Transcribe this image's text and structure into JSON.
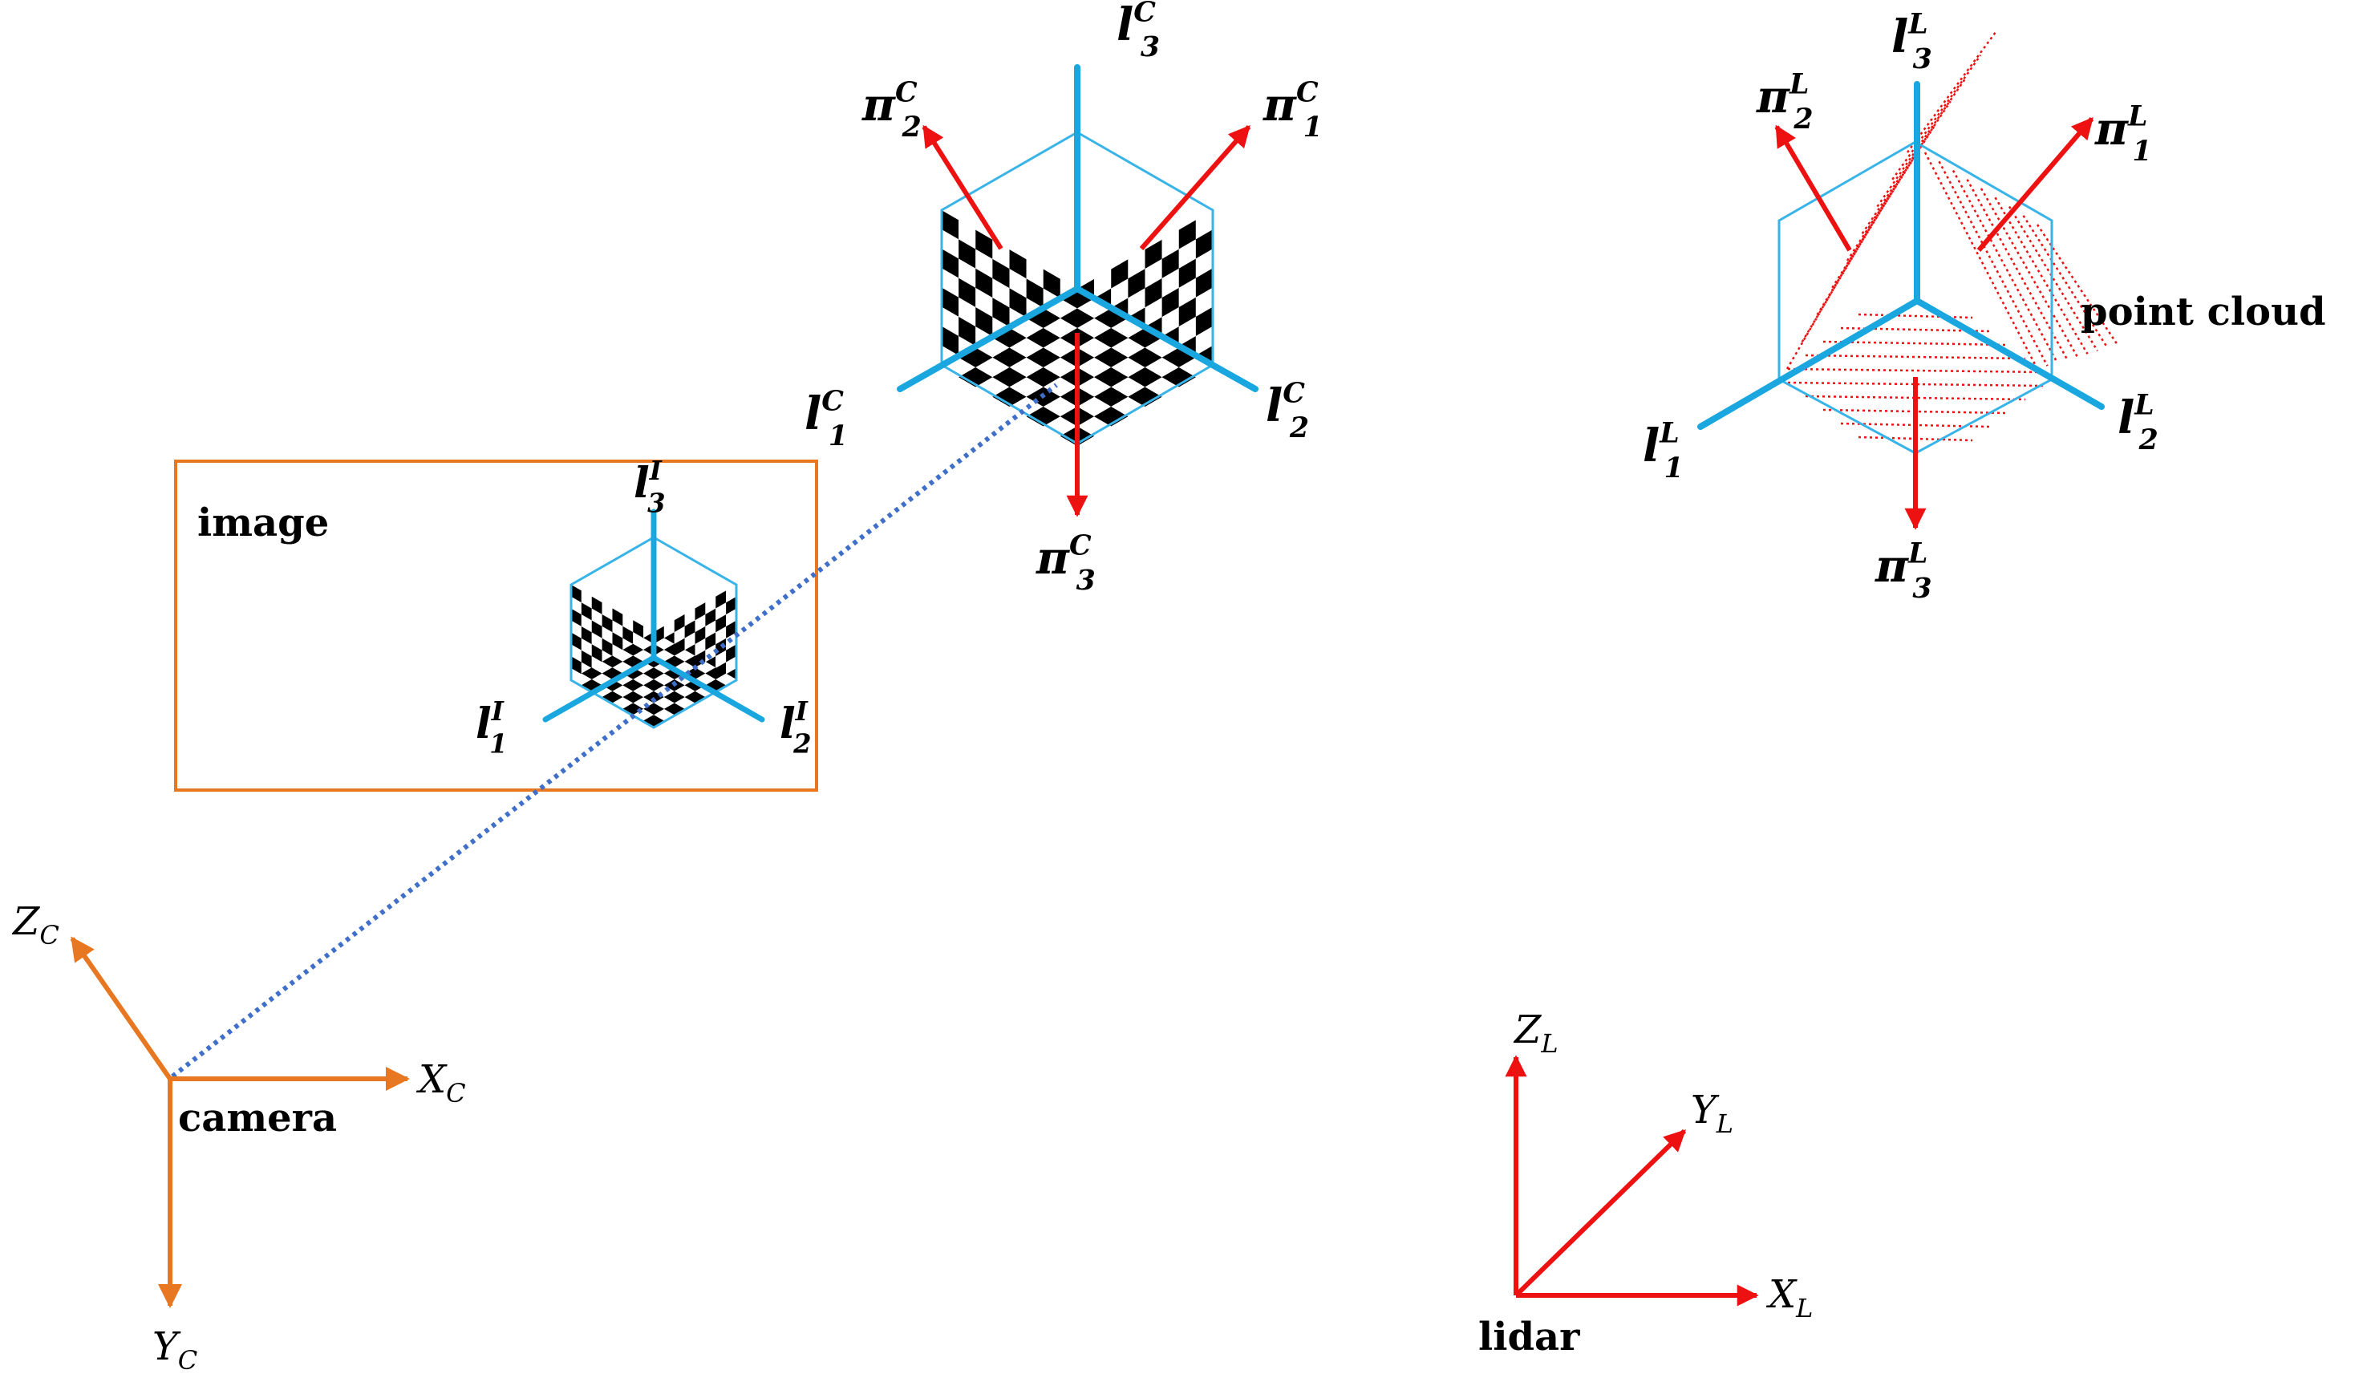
{
  "labels": {
    "image": "image",
    "camera": "camera",
    "lidar": "lidar",
    "point_cloud": "point cloud"
  },
  "camera_axes": {
    "x": {
      "base": "X",
      "sub": "C"
    },
    "y": {
      "base": "Y",
      "sub": "C"
    },
    "z": {
      "base": "Z",
      "sub": "C"
    }
  },
  "lidar_axes": {
    "x": {
      "base": "X",
      "sub": "L"
    },
    "y": {
      "base": "Y",
      "sub": "L"
    },
    "z": {
      "base": "Z",
      "sub": "L"
    }
  },
  "camera_cube": {
    "lines": [
      {
        "base": "l",
        "sub": "1",
        "sup": "C"
      },
      {
        "base": "l",
        "sub": "2",
        "sup": "C"
      },
      {
        "base": "l",
        "sub": "3",
        "sup": "C"
      }
    ],
    "planes": [
      {
        "base": "π",
        "sub": "1",
        "sup": "C"
      },
      {
        "base": "π",
        "sub": "2",
        "sup": "C"
      },
      {
        "base": "π",
        "sub": "3",
        "sup": "C"
      }
    ]
  },
  "image_cube": {
    "lines": [
      {
        "base": "l",
        "sub": "1",
        "sup": "I"
      },
      {
        "base": "l",
        "sub": "2",
        "sup": "I"
      },
      {
        "base": "l",
        "sub": "3",
        "sup": "I"
      }
    ]
  },
  "lidar_cube": {
    "lines": [
      {
        "base": "l",
        "sub": "1",
        "sup": "L"
      },
      {
        "base": "l",
        "sub": "2",
        "sup": "L"
      },
      {
        "base": "l",
        "sub": "3",
        "sup": "L"
      }
    ],
    "planes": [
      {
        "base": "π",
        "sub": "1",
        "sup": "L"
      },
      {
        "base": "π",
        "sub": "2",
        "sup": "L"
      },
      {
        "base": "π",
        "sub": "3",
        "sup": "L"
      }
    ]
  },
  "colors": {
    "orange": "#E87722",
    "blue": "#1AA7E0",
    "red": "#EE1111",
    "dotted_blue": "#3F6FC8",
    "thin_blue": "#39B4E8"
  }
}
